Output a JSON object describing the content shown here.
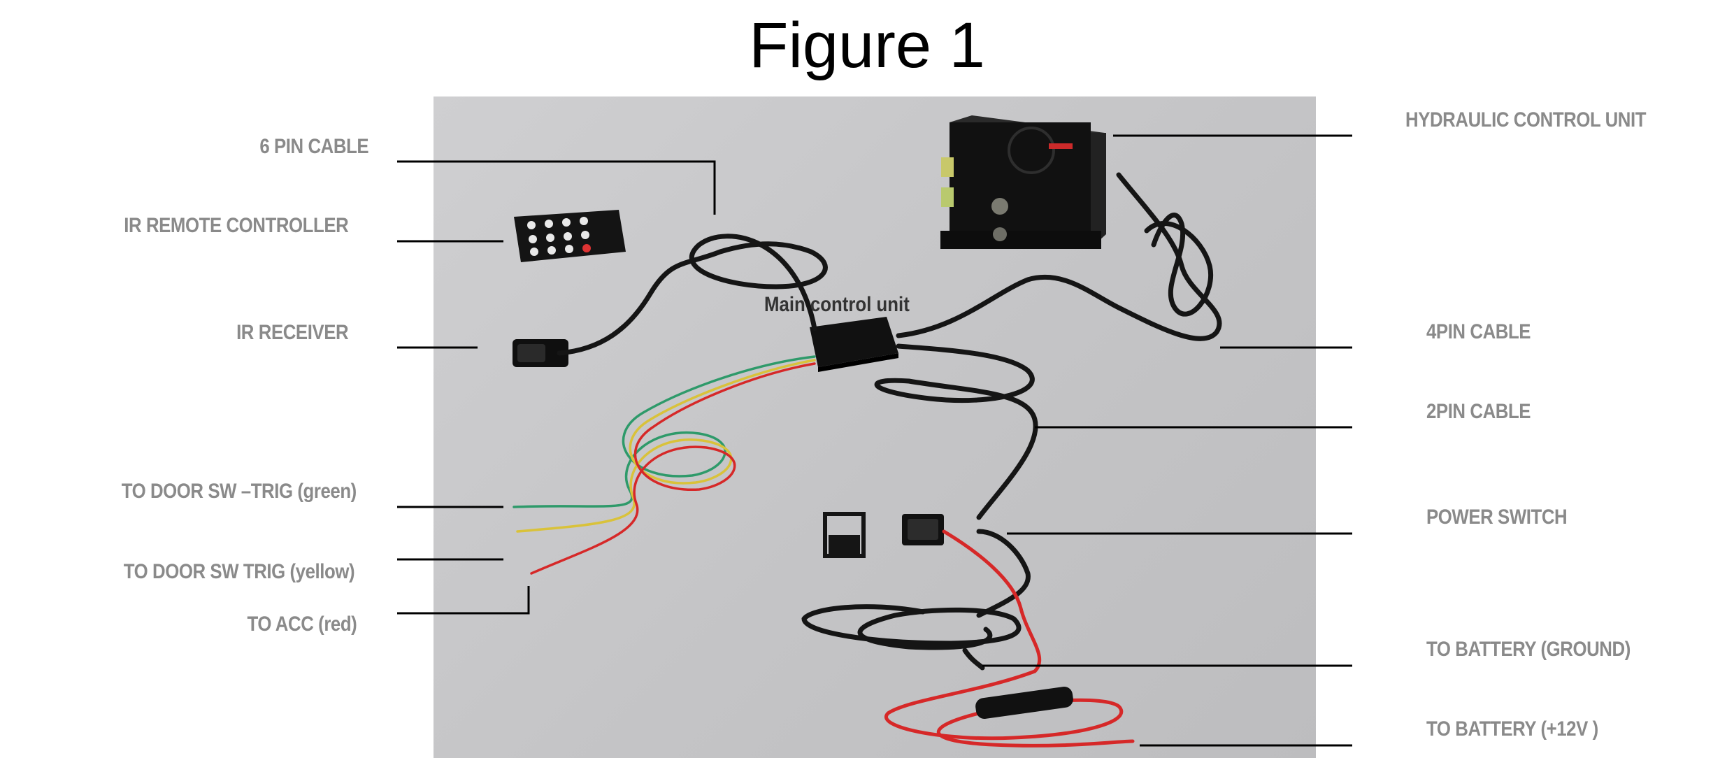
{
  "title": "Figure 1",
  "left_labels": [
    "6 PIN CABLE",
    "IR REMOTE CONTROLLER",
    "IR RECEIVER",
    "TO DOOR SW –TRIG (green)",
    "TO DOOR SW TRIG (yellow)",
    "TO ACC (red)"
  ],
  "right_labels": [
    "HYDRAULIC CONTROL UNIT",
    "4PIN CABLE",
    "2PIN CABLE",
    "POWER SWITCH",
    "TO BATTERY (GROUND)",
    "TO BATTERY (+12V )"
  ],
  "center_label": "Main control unit",
  "colors": {
    "label_gray": "#8a8a8a",
    "photo_bg": "#c8c8ca",
    "cable_black": "#151515",
    "wire_green": "#2e9a6a",
    "wire_yellow": "#d9c23a",
    "wire_red": "#d62828"
  }
}
